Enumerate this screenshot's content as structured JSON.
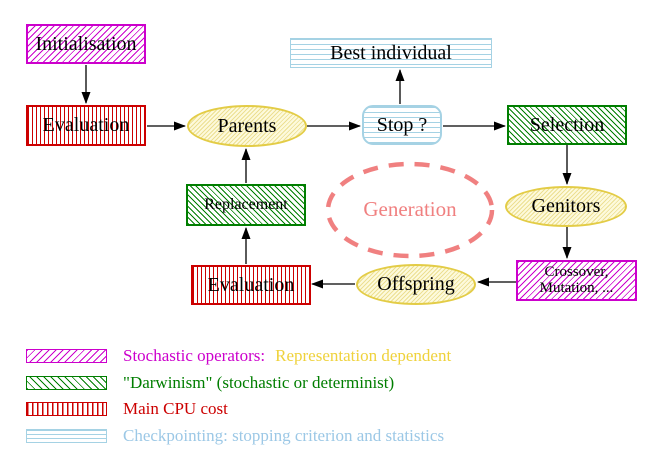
{
  "colors": {
    "magenta": "#CC00CC",
    "red": "#CC0000",
    "green": "#007E00",
    "cyan": "#A5D2E4",
    "cyan_text": "#9CC8E6",
    "gold_text": "#EFD23C",
    "yellow_border": "#E3CC46",
    "yellow_line": "#ECDF92",
    "yellow_fill": "#FDFADC",
    "salmon": "#F08080",
    "black": "#000000"
  },
  "nodes": {
    "initialisation": "Initialisation",
    "evaluation_top": "Evaluation",
    "parents": "Parents",
    "best_individual": "Best individual",
    "stop": "Stop ?",
    "selection": "Selection",
    "genitors": "Genitors",
    "crossover_line1": "Crossover,",
    "crossover_line2": "Mutation, ...",
    "offspring": "Offspring",
    "evaluation_bottom": "Evaluation",
    "replacement": "Replacement",
    "generation": "Generation"
  },
  "legend": {
    "stochastic_label": "Stochastic operators:",
    "stochastic_suffix": "Representation dependent",
    "darwinism": "\"Darwinism\" (stochastic or determinist)",
    "cpu": "Main CPU cost",
    "checkpointing": "Checkpointing: stopping criterion and statistics"
  }
}
